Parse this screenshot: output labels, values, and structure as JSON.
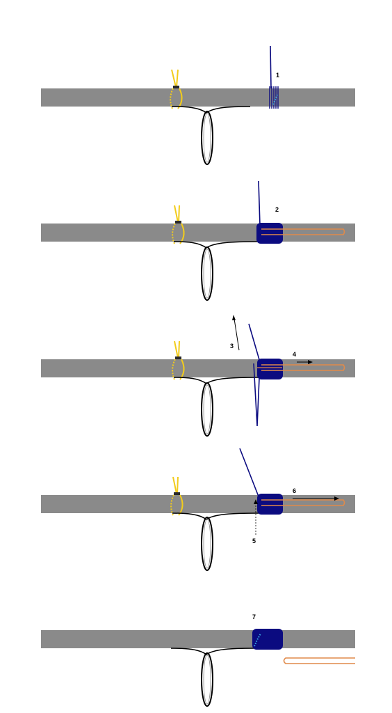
{
  "colors": {
    "bar": "#8a8a8a",
    "knot": "#f2cc1c",
    "clip": "#0b0b80",
    "loop": "#e08a4a",
    "dots": "#3ab0e8",
    "ink": "#000000"
  },
  "panels": [
    {
      "label": "1",
      "stage": "wrap"
    },
    {
      "label": "2",
      "stage": "clip-applied"
    },
    {
      "label": "3",
      "label2": "4",
      "stage": "pull"
    },
    {
      "label": "5",
      "label2": "6",
      "stage": "tighten"
    },
    {
      "label": "7",
      "stage": "final"
    }
  ]
}
